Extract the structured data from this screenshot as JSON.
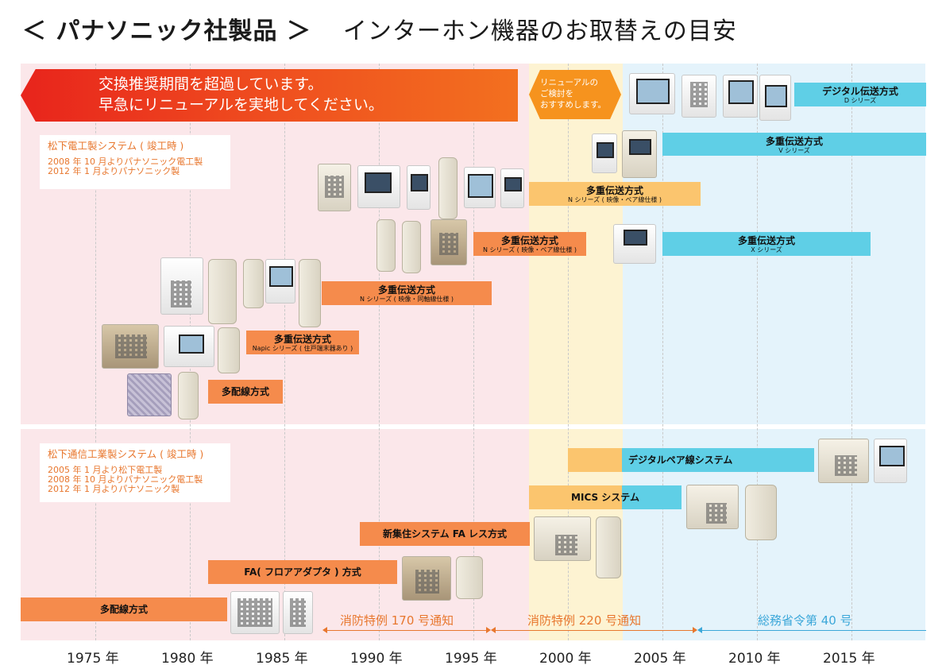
{
  "title": {
    "main": "＜ パナソニック社製品 ＞",
    "sub": "インターホン機器のお取替えの目安"
  },
  "banner": {
    "line1": "交換推奨期間を超過しています。",
    "line2": "早急にリニューアルを実地してください。"
  },
  "hex_note": {
    "line1": "リニューアルの",
    "line2": "ご検討を",
    "line3": "おすすめします。"
  },
  "top_info": {
    "heading": "松下電工製システム ( 竣工時 )",
    "lines": [
      "2008 年 10 月よりパナソニック電工製",
      "2012 年 1 月よりパナソニック製"
    ]
  },
  "bottom_info": {
    "heading": "松下通信工業製システム ( 竣工時 )",
    "lines": [
      "2005 年 1 月より松下電工製",
      "2008 年 10 月よりパナソニック電工製",
      "2012 年 1 月よりパナソニック製"
    ]
  },
  "bars": {
    "digital_d": {
      "main": "デジタル伝送方式",
      "sub": "D シリーズ"
    },
    "multi_v": {
      "main": "多重伝送方式",
      "sub": "V シリーズ"
    },
    "multi_n_pair_upper": {
      "main": "多重伝送方式",
      "sub": "N シリーズ ( 映像・ペア線仕様 )"
    },
    "multi_n_pair_lower": {
      "main": "多重伝送方式",
      "sub": "N シリーズ ( 映像・ペア線仕様 )"
    },
    "multi_x": {
      "main": "多重伝送方式",
      "sub": "X シリーズ"
    },
    "multi_n_coax": {
      "main": "多重伝送方式",
      "sub": "N シリーズ ( 映像・同軸線仕様 )"
    },
    "multi_napic": {
      "main": "多重伝送方式",
      "sub": "Napic シリーズ ( 住戸端末器あり )"
    },
    "multiwire_top": {
      "main": "多配線方式"
    },
    "digital_pair": {
      "main": "デジタルペア線システム"
    },
    "mics": {
      "main": "MICS システム"
    },
    "new_shujyu": {
      "main": "新集住システム FA レス方式"
    },
    "fa_floor": {
      "main": "FA( フロアアダプタ ) 方式"
    },
    "multiwire_bottom": {
      "main": "多配線方式"
    }
  },
  "notices": {
    "n170": "消防特例 170 号通知",
    "n220": "消防特例 220 号通知",
    "n40": "総務省令第 40 号"
  },
  "years": [
    "1975 年",
    "1980 年",
    "1985 年",
    "1990 年",
    "1995 年",
    "2000 年",
    "2005 年",
    "2010 年",
    "2015 年"
  ],
  "colors": {
    "red_zone": "#fbe7ea",
    "yellow_zone": "#fdf3d2",
    "blue_zone": "#e4f3fb",
    "bar_orange": "#f58b4c",
    "bar_cyan": "#5fcfe6",
    "bar_yellow": "#fbc56e",
    "notice_orange": "#e8772e",
    "notice_blue": "#3ba7d9"
  }
}
